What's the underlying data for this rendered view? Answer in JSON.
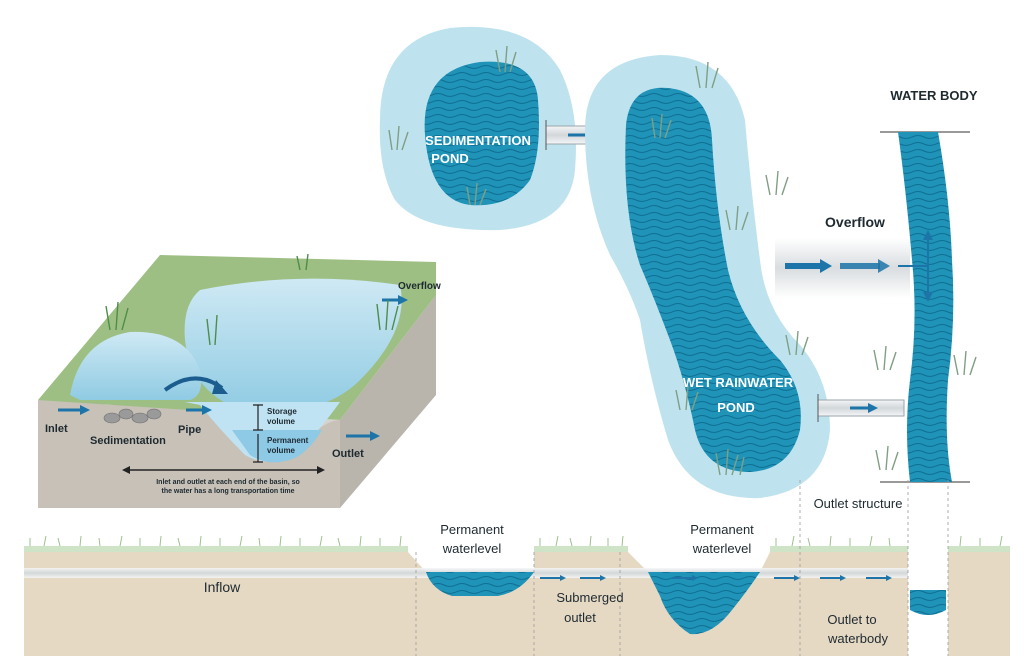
{
  "top_view": {
    "sedimentation_pond": [
      "SEDIMENTATION",
      "POND"
    ],
    "wet_rainwater_pond": [
      "WET RAINWATER",
      "POND"
    ],
    "water_body": "WATER BODY",
    "overflow": "Overflow",
    "outlet_structure": "Outlet structure"
  },
  "basin_3d": {
    "overflow": "Overflow",
    "inlet": "Inlet",
    "sedimentation": "Sedimentation",
    "pipe": "Pipe",
    "storage_volume": [
      "Storage",
      "volume"
    ],
    "permanent_volume": [
      "Permanent",
      "volume"
    ],
    "outlet": "Outlet",
    "note": [
      "Inlet and outlet at each end of the basin, so",
      "the water has a long transportation time"
    ]
  },
  "profile": {
    "inflow": "Inflow",
    "permanent_waterlevel_1": [
      "Permanent",
      "waterlevel"
    ],
    "permanent_waterlevel_2": [
      "Permanent",
      "waterlevel"
    ],
    "submerged_outlet": [
      "Submerged",
      "outlet"
    ],
    "outlet_to_waterbody": [
      "Outlet to",
      "waterbody"
    ]
  },
  "colors": {
    "water": "#1f93b8",
    "halo": "#bfe3ee",
    "soil": "#e6d9c4",
    "grass": "#8fbf7a",
    "arrow": "#1c74a8"
  }
}
